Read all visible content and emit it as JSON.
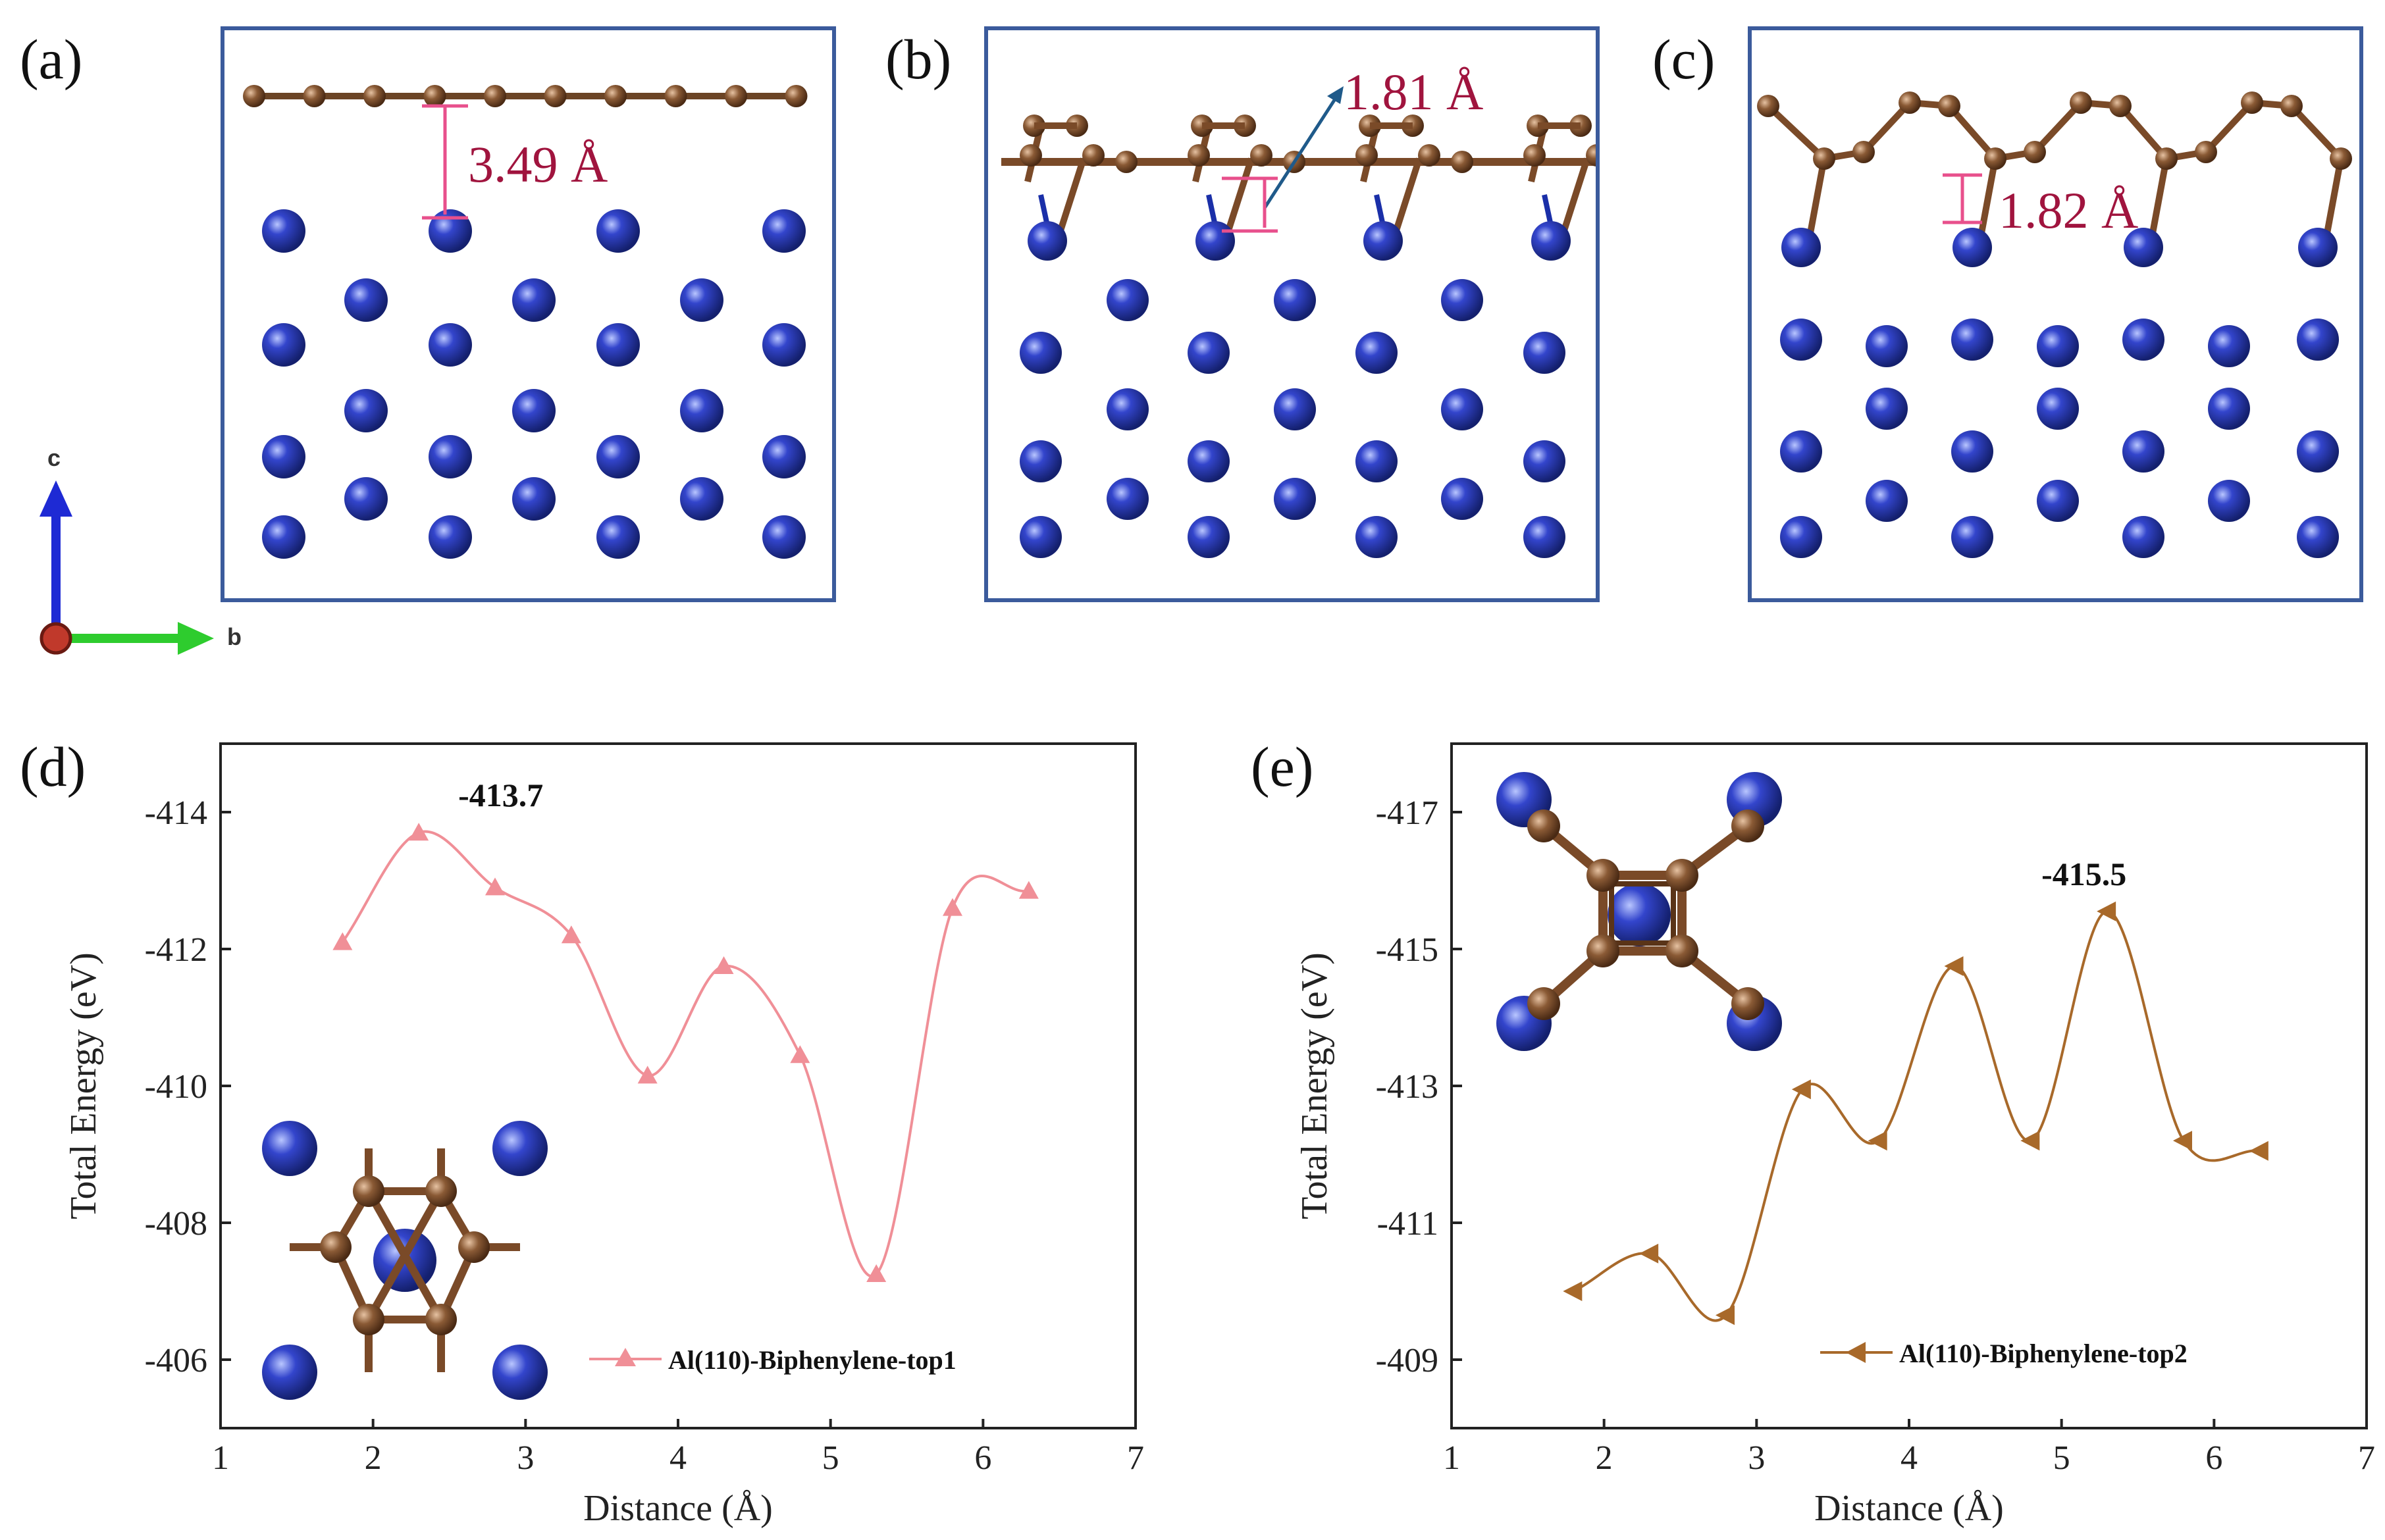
{
  "panels": {
    "a": {
      "label": "(a)",
      "distance": "3.49 Å"
    },
    "b": {
      "label": "(b)",
      "distance": "1.81 Å"
    },
    "c": {
      "label": "(c)",
      "distance": "1.82 Å"
    },
    "d": {
      "label": "(d)"
    },
    "e": {
      "label": "(e)"
    }
  },
  "axes_indicator": {
    "c_label": "c",
    "b_label": "b"
  },
  "colors": {
    "carbon": "#8a5a35",
    "aluminum": "#2c3fb8",
    "frame": "#3b5b9c",
    "measure": "#e8508c",
    "measure_text": "#a0143e",
    "series_d": "#f08f97",
    "series_e": "#a8692a"
  },
  "chart_data": [
    {
      "type": "line",
      "xlabel": "Distance (Å)",
      "ylabel": "Total Energy (eV)",
      "xlim": [
        1,
        7
      ],
      "ylim": [
        -405,
        -415
      ],
      "x_ticks": [
        "1",
        "2",
        "3",
        "4",
        "5",
        "6",
        "7"
      ],
      "y_ticks": [
        "-414",
        "-412",
        "-410",
        "-408",
        "-406"
      ],
      "y_tick_values": [
        -414,
        -412,
        -410,
        -408,
        -406
      ],
      "series": [
        {
          "name": "Al(110)-Biphenylene-top1",
          "marker": "triangle-up",
          "x": [
            1.8,
            2.3,
            2.8,
            3.3,
            3.8,
            4.3,
            4.8,
            5.3,
            5.8,
            6.3
          ],
          "y": [
            -412.1,
            -413.7,
            -412.9,
            -412.2,
            -410.15,
            -411.75,
            -410.45,
            -407.25,
            -412.6,
            -412.85
          ]
        }
      ],
      "annotations": [
        {
          "text": "-413.7",
          "x": 2.3,
          "y": -413.7
        }
      ],
      "legend": "bottom-right",
      "inset": "top-view of biphenylene on Al, bottom-left"
    },
    {
      "type": "line",
      "xlabel": "Distance (Å)",
      "ylabel": "Total Energy (eV)",
      "xlim": [
        1,
        7
      ],
      "ylim": [
        -408,
        -418
      ],
      "x_ticks": [
        "1",
        "2",
        "3",
        "4",
        "5",
        "6",
        "7"
      ],
      "y_ticks": [
        "-417",
        "-415",
        "-413",
        "-411",
        "-409"
      ],
      "y_tick_values": [
        -417,
        -415,
        -413,
        -411,
        -409
      ],
      "series": [
        {
          "name": "Al(110)-Biphenylene-top2",
          "marker": "triangle-left",
          "x": [
            1.8,
            2.3,
            2.8,
            3.3,
            3.8,
            4.3,
            4.8,
            5.3,
            5.8,
            6.3
          ],
          "y": [
            -410.0,
            -410.55,
            -409.65,
            -412.95,
            -412.2,
            -414.75,
            -412.2,
            -415.55,
            -412.2,
            -412.05
          ]
        }
      ],
      "annotations": [
        {
          "text": "-415.5",
          "x": 5.3,
          "y": -415.55
        }
      ],
      "legend": "bottom-right",
      "inset": "top-view of biphenylene on Al, top-left"
    }
  ]
}
